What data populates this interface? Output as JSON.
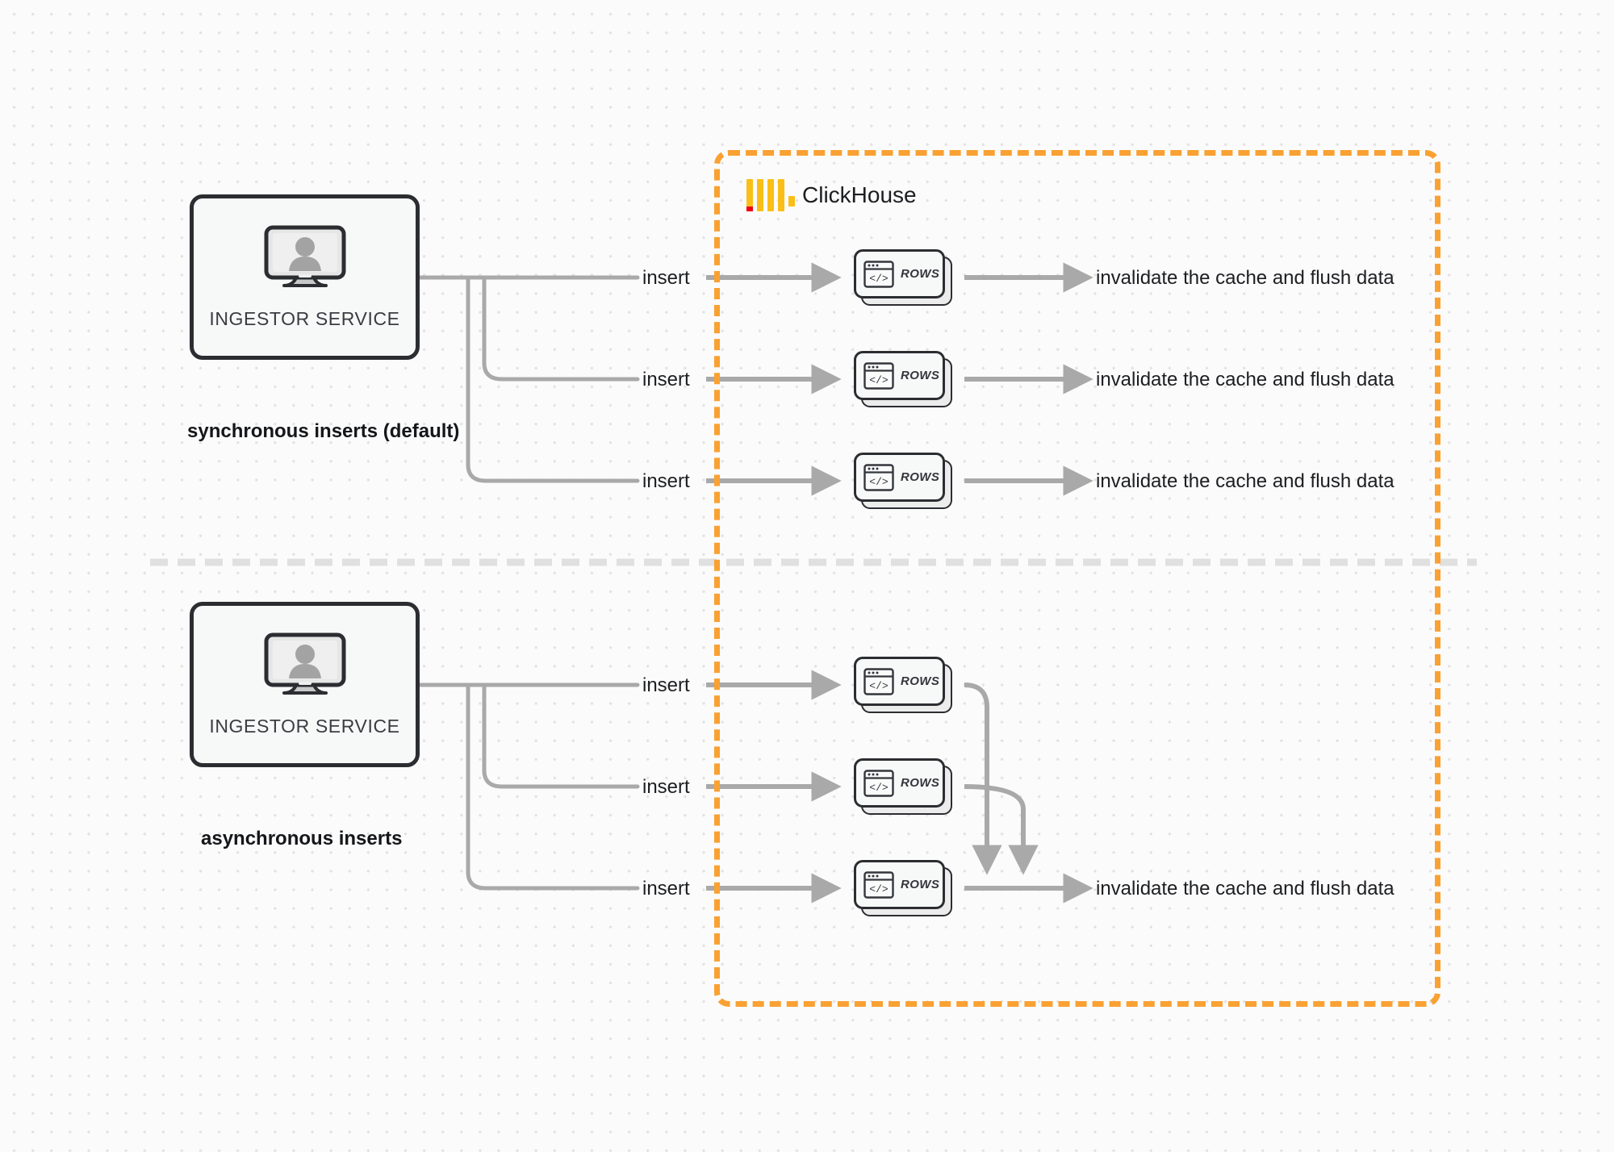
{
  "diagram": {
    "title": "ClickHouse synchronous vs asynchronous inserts",
    "background": "#fbfbfb",
    "accent_orange": "#f9a132",
    "line_gray": "#a9a9a9",
    "node_border": "#2b2d31"
  },
  "sections": [
    {
      "id": "synchronous",
      "caption": "synchronous inserts (default)",
      "service_label": "INGESTOR SERVICE",
      "edges": [
        {
          "insert_label": "insert",
          "card_label": "ROWS",
          "result_label": "invalidate the cache and flush data"
        },
        {
          "insert_label": "insert",
          "card_label": "ROWS",
          "result_label": "invalidate the cache and flush data"
        },
        {
          "insert_label": "insert",
          "card_label": "ROWS",
          "result_label": "invalidate the cache and flush data"
        }
      ]
    },
    {
      "id": "asynchronous",
      "caption": "asynchronous inserts",
      "service_label": "INGESTOR SERVICE",
      "edges": [
        {
          "insert_label": "insert",
          "card_label": "ROWS"
        },
        {
          "insert_label": "insert",
          "card_label": "ROWS"
        },
        {
          "insert_label": "insert",
          "card_label": "ROWS",
          "result_label": "invalidate the cache and flush data"
        }
      ]
    }
  ],
  "container": {
    "name": "ClickHouse",
    "logo": "clickhouse-logo"
  },
  "icons": {
    "monitor": "monitor-user-icon",
    "code": "code-window-icon"
  }
}
